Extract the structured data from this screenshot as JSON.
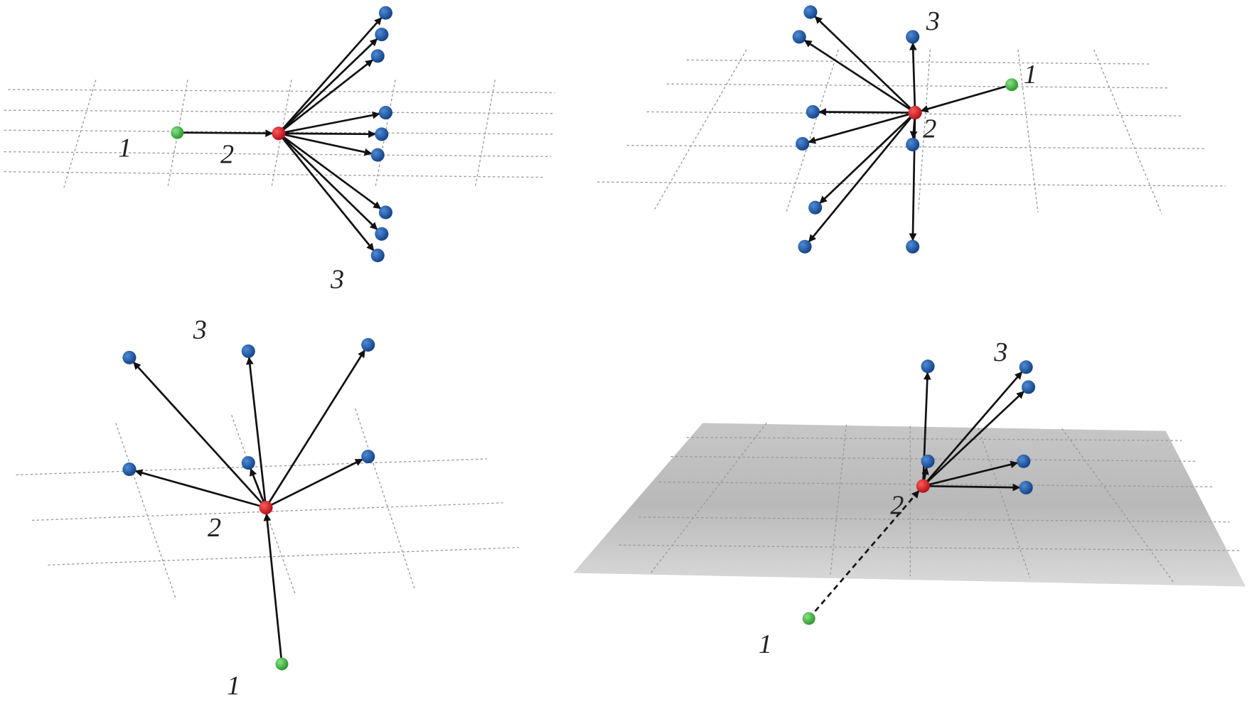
{
  "colors": {
    "source": "#3cb83c",
    "hub": "#d91f26",
    "leaf": "#1f5aa6",
    "edge": "#111111",
    "plane": "#b9b9b9"
  },
  "panels": [
    {
      "id": "top-left",
      "labels": {
        "source": "1",
        "hub": "2",
        "leaves": "3"
      }
    },
    {
      "id": "top-right",
      "labels": {
        "source": "1",
        "hub": "2",
        "leaves": "3"
      }
    },
    {
      "id": "bottom-left",
      "labels": {
        "source": "1",
        "hub": "2",
        "leaves": "3"
      }
    },
    {
      "id": "bottom-right",
      "labels": {
        "source": "1",
        "hub": "2",
        "leaves": "3"
      }
    }
  ]
}
